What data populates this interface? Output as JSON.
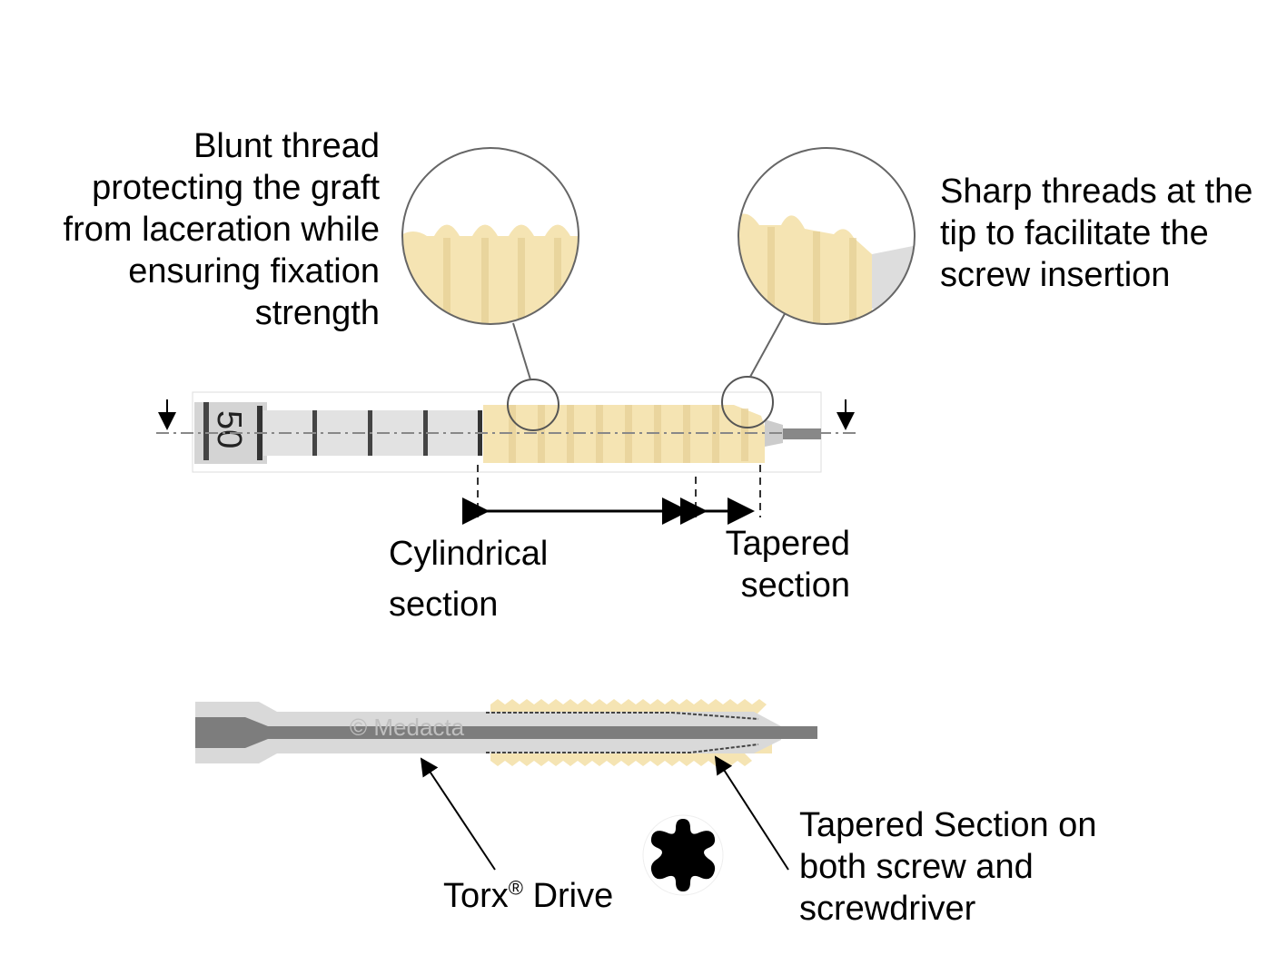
{
  "labels": {
    "blunt_thread": "Blunt thread\nprotecting the graft\nfrom laceration while\nensuring fixation\nstrength",
    "sharp_threads": "Sharp threads at the\ntip to facilitate the\nscrew insertion",
    "cylindrical": "Cylindrical\nsection",
    "tapered": "Tapered\nsection",
    "torx_main": "Torx",
    "torx_reg": "®",
    "torx_rest": " Drive",
    "tapered_both": "Tapered Section on\nboth screw and\nscrewdriver"
  },
  "driver_marking": "50",
  "watermark": "© Medacta",
  "colors": {
    "screw": "#f5e4b3",
    "screw_shadow": "#e8d299",
    "driver": "#d7d7d7",
    "driver_dark": "#7a7a7a",
    "ink": "#000000"
  }
}
